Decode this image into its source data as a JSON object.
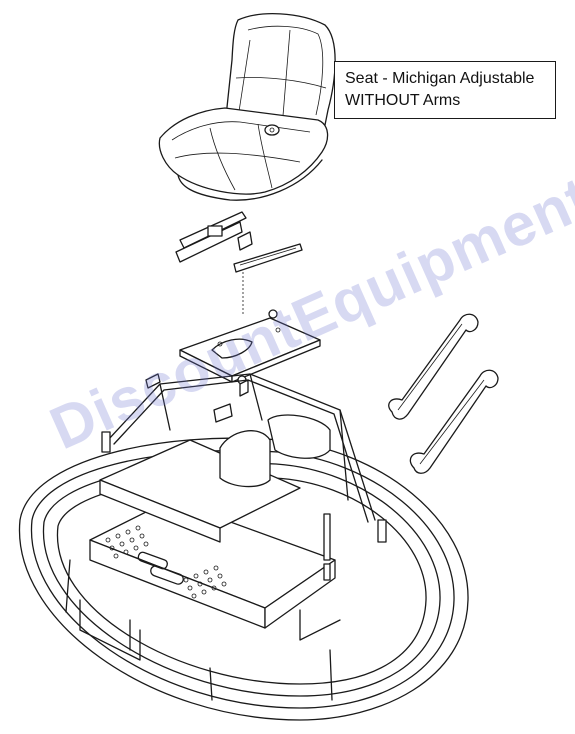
{
  "callout": {
    "line1": "Seat - Michigan Adjustable",
    "line2": "WITHOUT Arms"
  },
  "watermark": {
    "text": "DiscountEquipment.com",
    "color": "#7b84d6"
  },
  "icons": [
    "seat-icon",
    "seat-slide-rail-icon",
    "mounting-plate-icon",
    "drive-belt-icon",
    "trowel-frame-icon"
  ]
}
